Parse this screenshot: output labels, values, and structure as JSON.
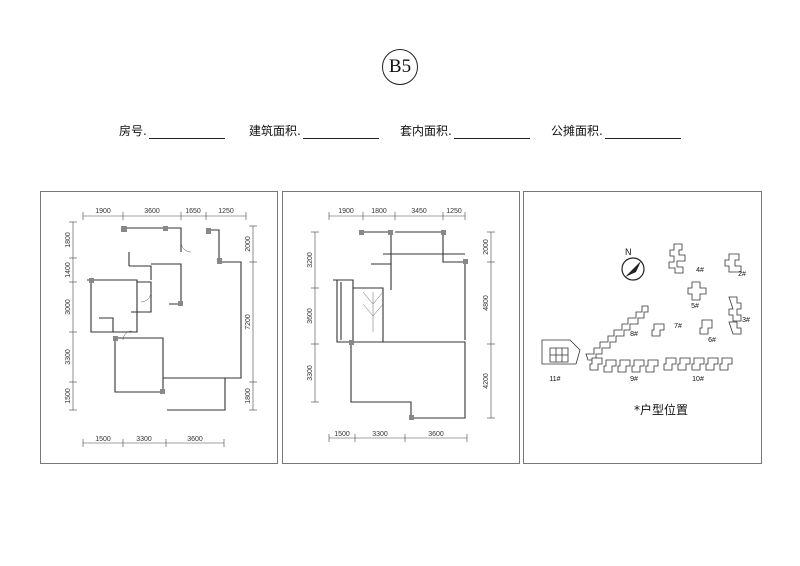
{
  "unit_code": "B5",
  "header": {
    "fields": [
      {
        "label": "房号."
      },
      {
        "label": "建筑面积."
      },
      {
        "label": "套内面积."
      },
      {
        "label": "公摊面积."
      }
    ]
  },
  "plan1": {
    "top_dims": [
      "1900",
      "3600",
      "1650",
      "1250"
    ],
    "bottom_dims": [
      "1500",
      "3300",
      "3600"
    ],
    "left_dims": [
      "1800",
      "1400",
      "3000",
      "3300",
      "1500"
    ],
    "right_dims": [
      "2000",
      "7200",
      "1800"
    ]
  },
  "plan2": {
    "top_dims": [
      "1900",
      "1800",
      "3450",
      "1250"
    ],
    "bottom_dims": [
      "1500",
      "3300",
      "3600"
    ],
    "left_dims": [
      "3200",
      "3600",
      "3300"
    ],
    "right_dims": [
      "2000",
      "4800",
      "4200"
    ]
  },
  "site": {
    "north": "N",
    "buildings": [
      "2#",
      "3#",
      "4#",
      "5#",
      "6#",
      "7#",
      "8#",
      "9#",
      "10#",
      "11#"
    ],
    "caption": "*户型位置"
  }
}
